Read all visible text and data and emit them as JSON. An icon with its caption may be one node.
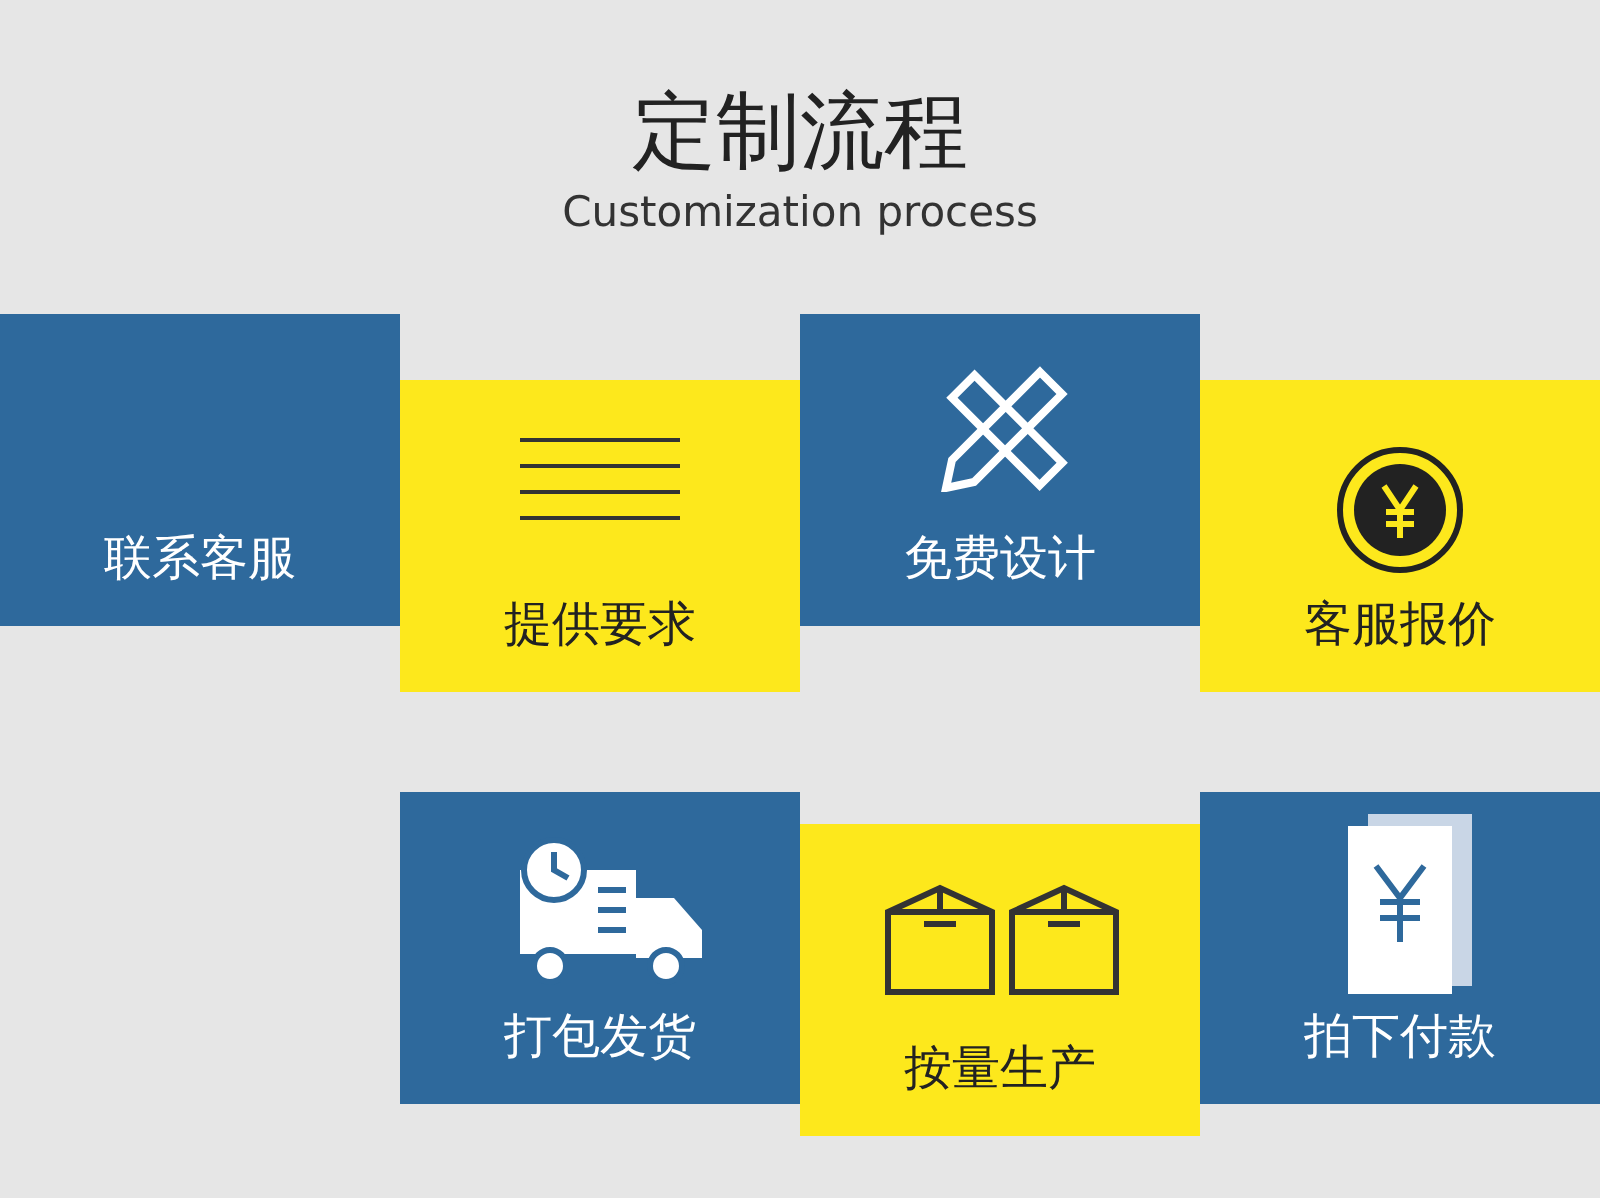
{
  "diagram": {
    "title": "定制流程",
    "nodes": [
      {
        "text": [
          "联系客服"
        ]
      },
      {
        "text": [
          "提供要求"
        ]
      },
      {
        "text": [
          "免费设计"
        ]
      },
      {
        "text": [
          "客服报价"
        ]
      },
      {
        "text": [
          "打包发货"
        ]
      },
      {
        "text": [
          "按量生产"
        ]
      },
      {
        "text": [
          "拍下付款"
        ]
      }
    ],
    "labels": [
      "Customization process"
    ]
  }
}
